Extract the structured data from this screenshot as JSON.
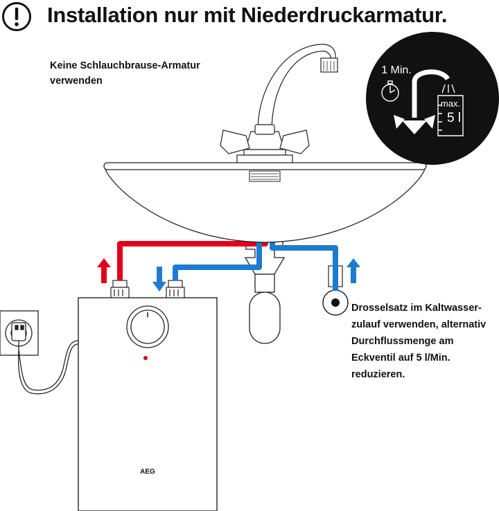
{
  "header": {
    "warning_icon": "exclamation-circle-icon",
    "title": "Installation nur mit Niederdruckarmatur."
  },
  "notes": {
    "faucet_lines": [
      "Keine Schlauchbrause-Armatur",
      "verwenden"
    ],
    "throttle_lines": [
      "Drosselsatz im Kaltwasser-",
      "zulauf verwenden, alternativ",
      "Durchflussmenge am",
      "Eckventil auf 5 l/Min.",
      "reduzieren."
    ]
  },
  "badge": {
    "time_label": "1 Min.",
    "max_label": "max.",
    "volume_label": "5 l",
    "icons": [
      "stopwatch-icon",
      "faucet-icon",
      "measuring-jug-icon"
    ]
  },
  "heater": {
    "brand": "AEG"
  },
  "colors": {
    "hot_pipe": "#e2001a",
    "cold_pipe": "#1d7bd0",
    "badge_background": "#111111",
    "outline": "#222222"
  }
}
